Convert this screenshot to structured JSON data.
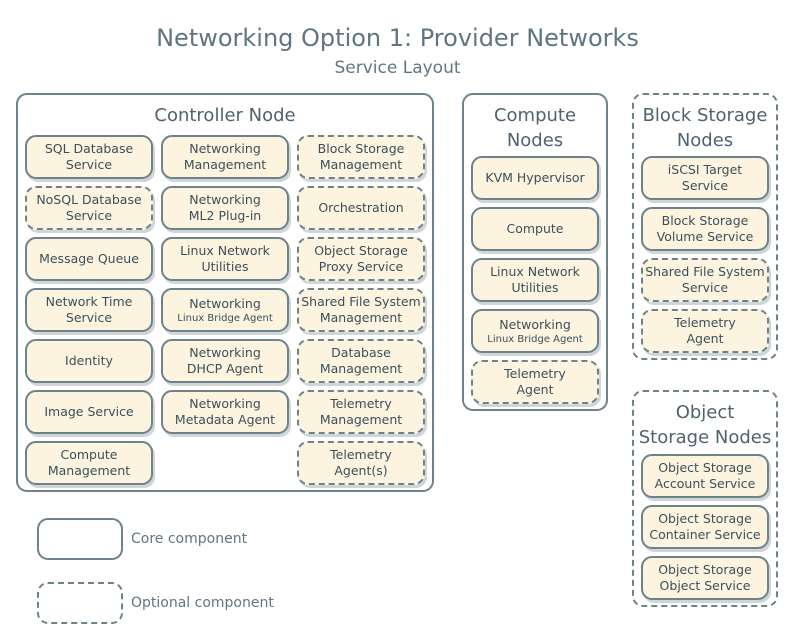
{
  "title": "Networking Option 1: Provider Networks",
  "subtitle": "Service Layout",
  "groups": {
    "controller": {
      "title": "Controller Node",
      "col1": [
        {
          "line1": "SQL Database",
          "line2": "Service"
        },
        {
          "line1": "NoSQL Database",
          "line2": "Service"
        },
        {
          "line1": "Message Queue",
          "line2": ""
        },
        {
          "line1": "Network Time",
          "line2": "Service"
        },
        {
          "line1": "Identity",
          "line2": ""
        },
        {
          "line1": "Image Service",
          "line2": ""
        },
        {
          "line1": "Compute",
          "line2": "Management"
        }
      ],
      "col2": [
        {
          "line1": "Networking",
          "line2": "Management"
        },
        {
          "line1": "Networking",
          "line2": "ML2 Plug-in"
        },
        {
          "line1": "Linux Network",
          "line2": "Utilities"
        },
        {
          "line1": "Networking",
          "line2": "Linux Bridge Agent"
        },
        {
          "line1": "Networking",
          "line2": "DHCP Agent"
        },
        {
          "line1": "Networking",
          "line2": "Metadata Agent"
        }
      ],
      "col3": [
        {
          "line1": "Block Storage",
          "line2": "Management"
        },
        {
          "line1": "Orchestration",
          "line2": ""
        },
        {
          "line1": "Object Storage",
          "line2": "Proxy Service"
        },
        {
          "line1": "Shared File System",
          "line2": "Management"
        },
        {
          "line1": "Database",
          "line2": "Management"
        },
        {
          "line1": "Telemetry",
          "line2": "Management"
        },
        {
          "line1": "Telemetry",
          "line2": "Agent(s)"
        }
      ]
    },
    "compute": {
      "title_line1": "Compute",
      "title_line2": "Nodes",
      "items": [
        {
          "line1": "KVM Hypervisor",
          "line2": ""
        },
        {
          "line1": "Compute",
          "line2": ""
        },
        {
          "line1": "Linux Network",
          "line2": "Utilities"
        },
        {
          "line1": "Networking",
          "line2": "Linux Bridge Agent"
        },
        {
          "line1": "Telemetry",
          "line2": "Agent"
        }
      ]
    },
    "block": {
      "title_line1": "Block Storage",
      "title_line2": "Nodes",
      "items": [
        {
          "line1": "iSCSI Target",
          "line2": "Service"
        },
        {
          "line1": "Block Storage",
          "line2": "Volume Service"
        },
        {
          "line1": "Shared File System",
          "line2": "Service"
        },
        {
          "line1": "Telemetry",
          "line2": "Agent"
        }
      ]
    },
    "object": {
      "title_line1": "Object",
      "title_line2": "Storage Nodes",
      "items": [
        {
          "line1": "Object Storage",
          "line2": "Account Service"
        },
        {
          "line1": "Object Storage",
          "line2": "Container Service"
        },
        {
          "line1": "Object Storage",
          "line2": "Object Service"
        }
      ]
    }
  },
  "legend": {
    "core": "Core component",
    "optional": "Optional component"
  }
}
